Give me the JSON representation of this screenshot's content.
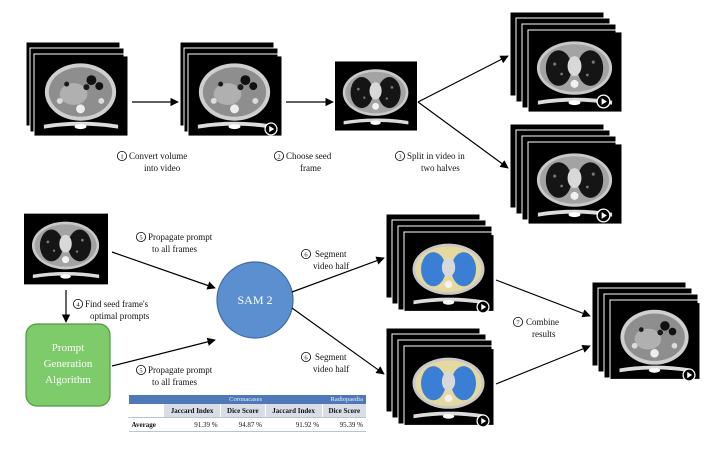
{
  "steps": {
    "step1": {
      "num": "1",
      "line1": "Convert volume",
      "line2": "into video"
    },
    "step2": {
      "num": "2",
      "line1": "Choose seed",
      "line2": "frame"
    },
    "step3": {
      "num": "3",
      "line1": "Split in video in",
      "line2": "two halves"
    },
    "step4": {
      "num": "4",
      "line1": "Find seed frame's",
      "line2": "optimal prompts"
    },
    "step5a": {
      "num": "5",
      "line1": "Propagate prompt",
      "line2": "to all frames"
    },
    "step5b": {
      "num": "5",
      "line1": "Propagate prompt",
      "line2": "to all frames"
    },
    "step6a": {
      "num": "6",
      "line1": "Segment",
      "line2": "video half"
    },
    "step6b": {
      "num": "6",
      "line1": "Segment",
      "line2": "video half"
    },
    "step7": {
      "num": "7",
      "line1": "Combine",
      "line2": "results"
    }
  },
  "nodes": {
    "sam": "SAM 2",
    "pga": [
      "Prompt",
      "Generation",
      "Algorithm"
    ]
  },
  "colors": {
    "sam_fill": "#5b8fd0",
    "pga_fill": "#7ecb6b",
    "table_header": "#4f78b8",
    "segmentation": "#3a7ed6"
  },
  "table": {
    "groups": [
      "Coronacases",
      "Radiopaedia"
    ],
    "headers": [
      "",
      "Jaccard Index",
      "Dice Score",
      "Jaccard Index",
      "Dice Score"
    ],
    "rows": [
      [
        "Average",
        "91.39 %",
        "94.87 %",
        "91.92 %",
        "95.39 %"
      ]
    ]
  }
}
